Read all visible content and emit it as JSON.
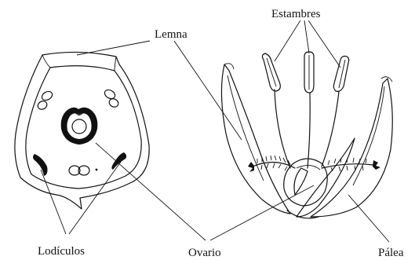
{
  "labels": {
    "lemna": "Lemna",
    "estambres": "Estambres",
    "lodiculos": "Lodículos",
    "ovario": "Ovario",
    "palea": "Pálea"
  },
  "colors": {
    "ink": "#111111",
    "background": "#ffffff"
  }
}
